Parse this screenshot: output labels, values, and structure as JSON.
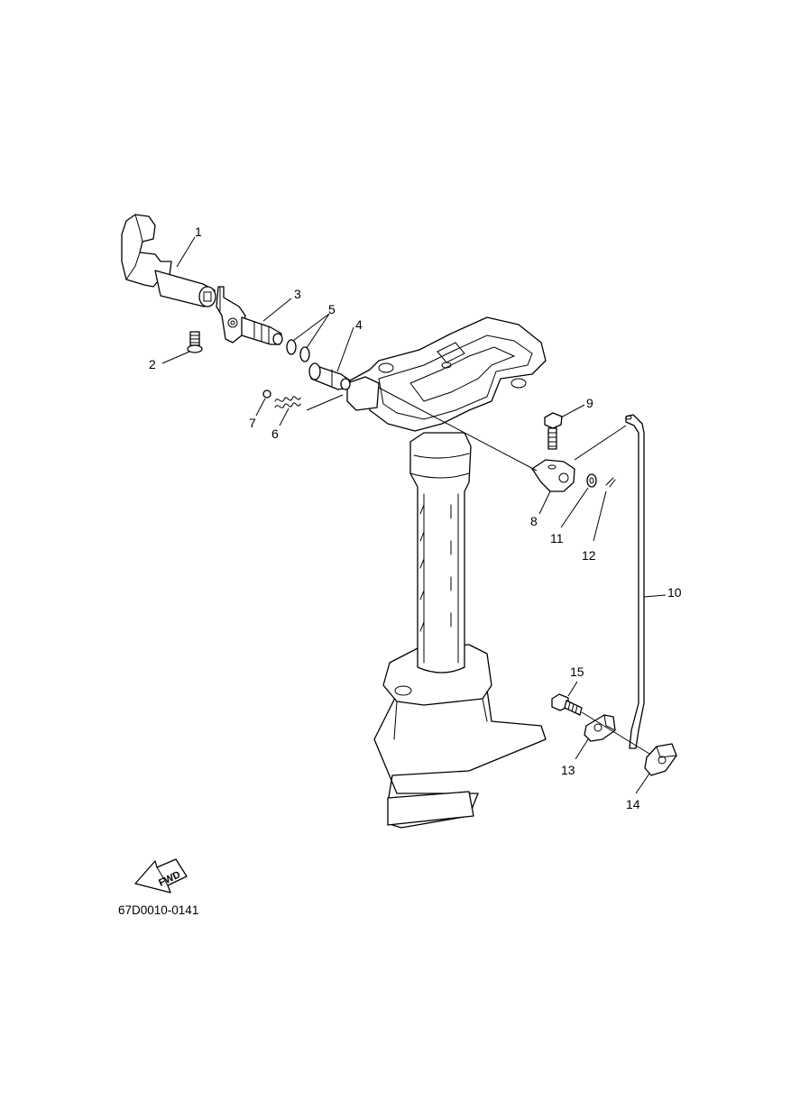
{
  "diagram": {
    "callouts": [
      {
        "id": "1",
        "text": "1"
      },
      {
        "id": "2",
        "text": "2"
      },
      {
        "id": "3",
        "text": "3"
      },
      {
        "id": "4",
        "text": "4"
      },
      {
        "id": "5",
        "text": "5"
      },
      {
        "id": "6",
        "text": "6"
      },
      {
        "id": "7",
        "text": "7"
      },
      {
        "id": "8",
        "text": "8"
      },
      {
        "id": "9",
        "text": "9"
      },
      {
        "id": "10",
        "text": "10"
      },
      {
        "id": "11",
        "text": "11"
      },
      {
        "id": "12",
        "text": "12"
      },
      {
        "id": "13",
        "text": "13"
      },
      {
        "id": "14",
        "text": "14"
      },
      {
        "id": "15",
        "text": "15"
      }
    ],
    "direction_badge": "FWD",
    "drawing_code": "67D0010-0141"
  }
}
